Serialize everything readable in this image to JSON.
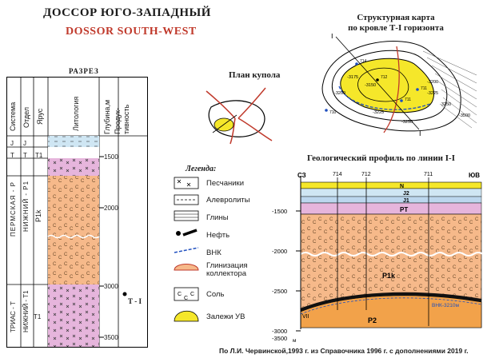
{
  "header": {
    "title_ru": "ДОССОР ЮГО-ЗАПАДНЫЙ",
    "title_en": "DOSSOR SOUTH-WEST"
  },
  "structural_map": {
    "title_line1": "Структурная карта",
    "title_line2": "по кровле Т-I горизонта",
    "section_marks": [
      "I",
      "I"
    ],
    "contours": [
      "-3175",
      "-3150",
      "-3200",
      "-3225",
      "-3250",
      "-3500",
      "-3200",
      "-3225",
      "-3250"
    ],
    "wells": [
      "714",
      "712",
      "711",
      "710",
      "711"
    ]
  },
  "dome_plan": {
    "title": "План купола"
  },
  "section": {
    "title": "РАЗРЕЗ",
    "headers": {
      "system": "Система",
      "series": "Отдел",
      "stage": "Ярус",
      "lithology": "Литология",
      "depth": "Глубина,м",
      "productivity_1": "Продук-",
      "productivity_2": "тивность"
    },
    "rows": [
      {
        "system": "J",
        "series": "J",
        "stage": ""
      },
      {
        "system": "T",
        "series": "T",
        "stage": "T1"
      },
      {
        "system": "ПЕРМСКАЯ - P",
        "series": "НИЖНИЙ - P1",
        "stage": "P1k"
      },
      {
        "system": "ТРИАС - Т",
        "series": "НИЖНИЙ - Т1",
        "stage": "T1"
      }
    ],
    "depth_ticks": [
      "1500",
      "2000",
      "3000",
      "3500"
    ],
    "productive_horizon": "Т - I"
  },
  "legend": {
    "title": "Легенда:",
    "items": [
      {
        "icon": "sandstone-icon",
        "label": "Песчаники"
      },
      {
        "icon": "siltstone-icon",
        "label": "Алевролиты"
      },
      {
        "icon": "clay-icon",
        "label": "Глины"
      },
      {
        "icon": "oil-icon",
        "label": "Нефть"
      },
      {
        "icon": "owc-icon",
        "label": "ВНК"
      },
      {
        "icon": "clay-reservoir-icon",
        "label": "Глинизация",
        "label2": "коллектора"
      },
      {
        "icon": "salt-icon",
        "label": "Соль"
      },
      {
        "icon": "hydrocarbon-icon",
        "label": "Залежи УВ"
      }
    ]
  },
  "profile": {
    "title": "Геологический профиль по линии I-I",
    "direction_left": "СЗ",
    "direction_right": "ЮВ",
    "wells": [
      "714",
      "712",
      "711"
    ],
    "depth_ticks": [
      "-1500",
      "-2000",
      "-2500",
      "-3000",
      "-3500"
    ],
    "depth_suffix": "м",
    "layers": [
      "N",
      "J2",
      "J1",
      "PT",
      "P1k",
      "P2"
    ],
    "owc_label": "ВНК-3210м",
    "horizon_label": "VII"
  },
  "credit": "По Л.И. Червинской,1993 г. из Справочника 1996 г. с дополнениями 2019 г.",
  "colors": {
    "accent_red": "#c0392b",
    "sand": "#f6b98a",
    "pink": "#e6b5dc",
    "blue_light": "#cfe6f3",
    "yellow": "#f5e72a",
    "dark": "#1a1a1a"
  }
}
